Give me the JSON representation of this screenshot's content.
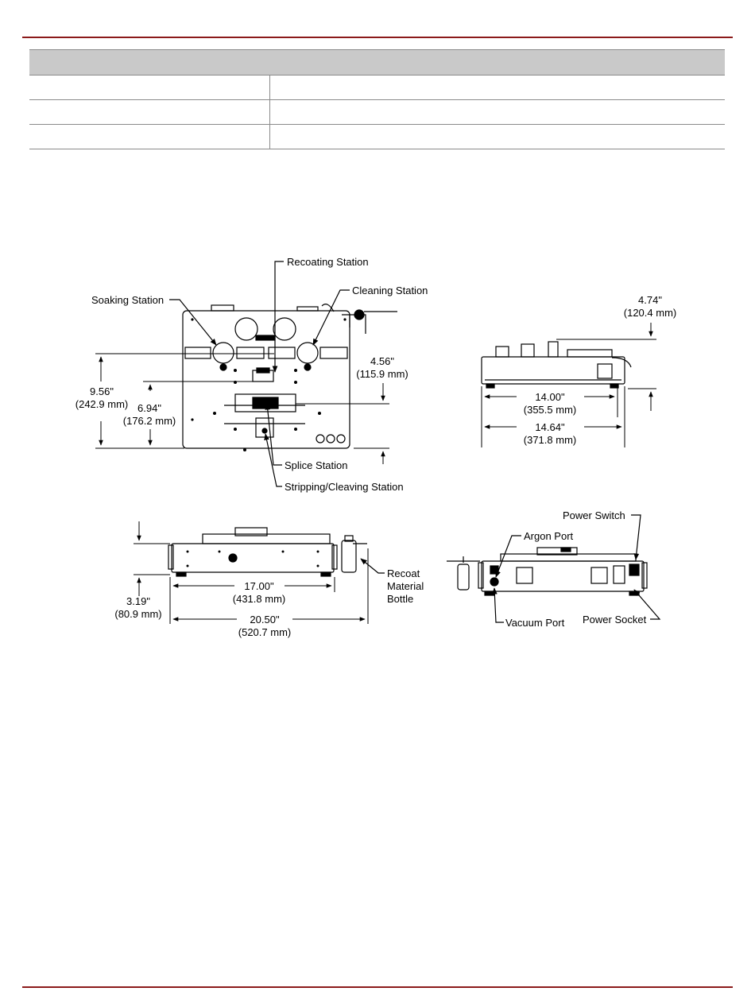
{
  "table": {
    "header": "",
    "rows": [
      [
        "",
        ""
      ],
      [
        "",
        ""
      ],
      [
        "",
        ""
      ]
    ]
  },
  "colors": {
    "rule": "#8b1a1a",
    "table_header_bg": "#c9c9c9"
  },
  "top_view": {
    "callouts": {
      "recoating": "Recoating Station",
      "cleaning": "Cleaning Station",
      "soaking": "Soaking Station",
      "splice": "Splice Station",
      "stripping": "Stripping/Cleaving Station"
    },
    "dims": {
      "overall_height": {
        "in": "9.56\"",
        "mm": "(242.9 mm)"
      },
      "inner_height": {
        "in": "6.94\"",
        "mm": "(176.2 mm)"
      },
      "right_height": {
        "in": "4.56\"",
        "mm": "(115.9 mm)"
      }
    }
  },
  "side_view": {
    "dims": {
      "height": {
        "in": "4.74\"",
        "mm": "(120.4 mm)"
      },
      "depth": {
        "in": "14.00\"",
        "mm": "(355.5 mm)"
      },
      "depth_total": {
        "in": "14.64\"",
        "mm": "(371.8 mm)"
      }
    }
  },
  "front_view": {
    "callouts": {
      "bottle": [
        "Recoat",
        "Material",
        "Bottle"
      ]
    },
    "dims": {
      "height": {
        "in": "3.19\"",
        "mm": "(80.9 mm)"
      },
      "width": {
        "in": "17.00\"",
        "mm": "(431.8 mm)"
      },
      "width_total": {
        "in": "20.50\"",
        "mm": "(520.7 mm)"
      }
    }
  },
  "rear_view": {
    "callouts": {
      "power_switch": "Power Switch",
      "argon": "Argon Port",
      "vacuum": "Vacuum Port",
      "power_socket": "Power Socket"
    }
  }
}
